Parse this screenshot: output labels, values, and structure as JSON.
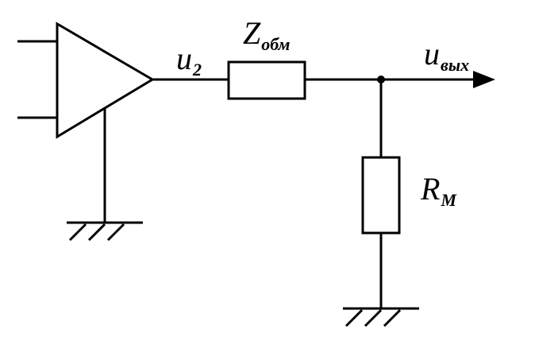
{
  "labels": {
    "u2": {
      "main": "u",
      "sub": "2"
    },
    "z_obm": {
      "main": "Z",
      "sub": "обм"
    },
    "u_out": {
      "main": "u",
      "sub": "вых"
    },
    "r_m": {
      "main": "R",
      "sub": "М"
    }
  },
  "colors": {
    "stroke": "#000000",
    "background": "#ffffff"
  }
}
